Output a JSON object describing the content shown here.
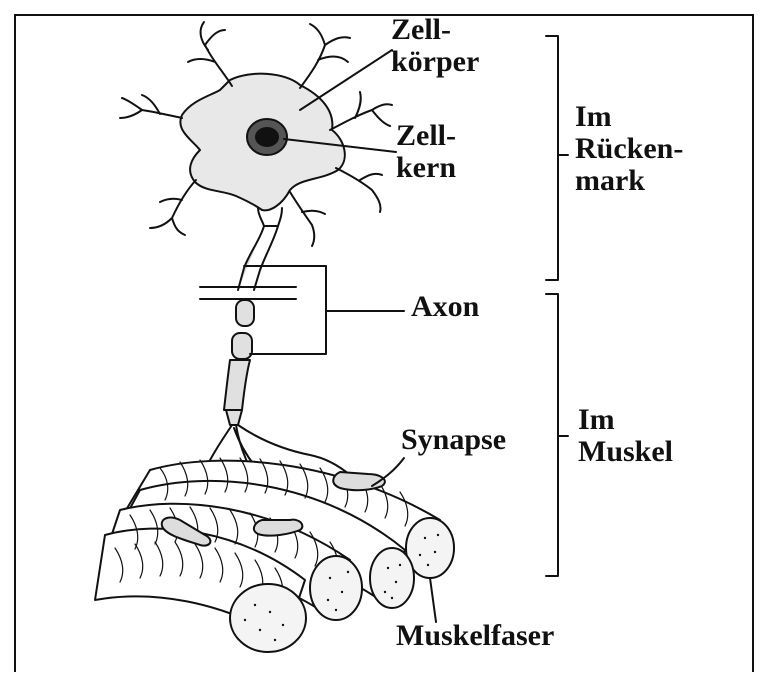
{
  "labels": {
    "zellkoerper": [
      "Zell-",
      "körper"
    ],
    "zellkern": [
      "Zell-",
      "kern"
    ],
    "rueckenmark": [
      "Im",
      "Rücken-",
      "mark"
    ],
    "axon": "Axon",
    "muskel": [
      "Im",
      "Muskel"
    ],
    "synapse": "Synapse",
    "muskelfaser": "Muskelfaser"
  }
}
